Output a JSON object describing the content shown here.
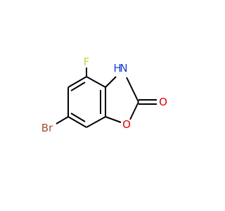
{
  "molecule": {
    "atoms": {
      "fluorine": {
        "symbol": "F",
        "color": "#b3e03a"
      },
      "nitrogen_h": {
        "symbol": "H",
        "color": "#2040d0"
      },
      "nitrogen": {
        "symbol": "N",
        "color": "#2040d0"
      },
      "carbonyl_oxygen": {
        "symbol": "O",
        "color": "#e00000"
      },
      "ring_oxygen": {
        "symbol": "O",
        "color": "#e00000"
      },
      "bromine": {
        "symbol": "Br",
        "color": "#a0522d"
      }
    },
    "bond_color": "#000000"
  }
}
